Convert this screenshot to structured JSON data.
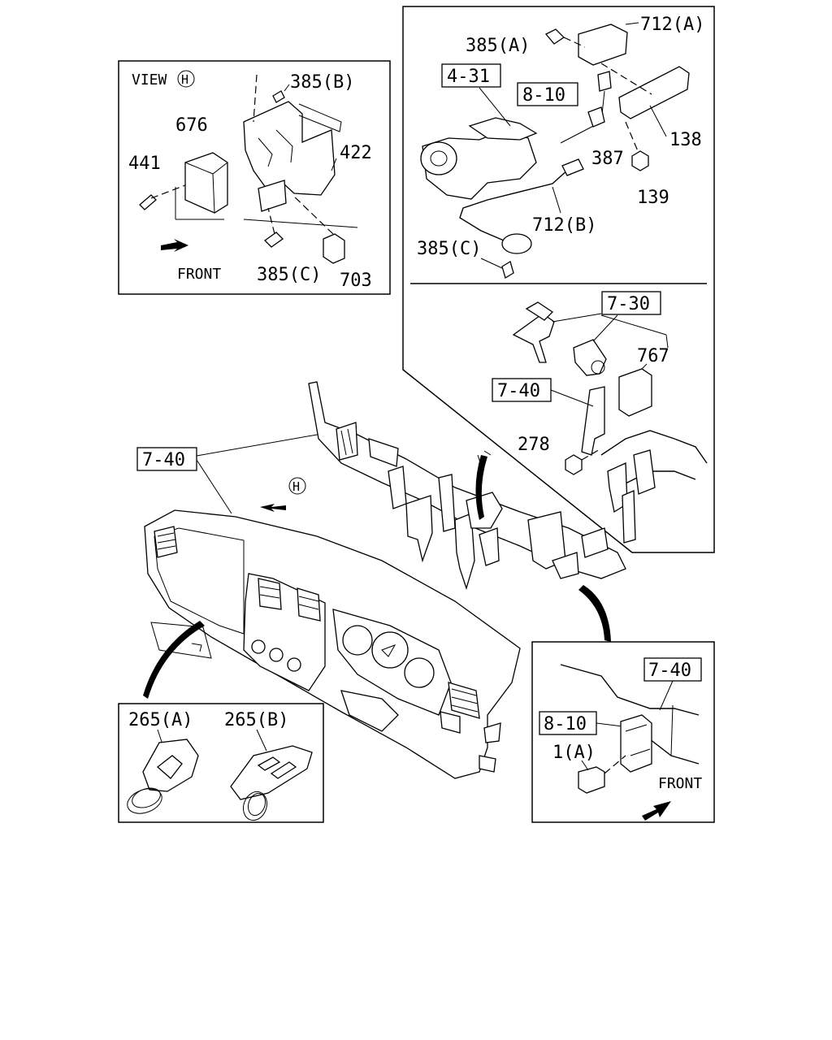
{
  "view_panel": {
    "view_label": "VIEW",
    "view_letter": "H",
    "front_label": "FRONT",
    "parts": {
      "p385b": "385(B)",
      "p676": "676",
      "p441": "441",
      "p422": "422",
      "p385c": "385(C)",
      "p703": "703"
    }
  },
  "top_right_panel": {
    "parts": {
      "p712a": "712(A)",
      "p385a": "385(A)",
      "p138": "138",
      "p387": "387",
      "p139": "139",
      "p712b": "712(B)",
      "p385c": "385(C)"
    },
    "ref_boxes": {
      "r431": "4-31",
      "r810": "8-10"
    }
  },
  "lower_right_subpanel": {
    "parts": {
      "p767": "767",
      "p278": "278"
    },
    "ref_boxes": {
      "r730": "7-30",
      "r740": "7-40"
    }
  },
  "main": {
    "ref_box": "7-40",
    "view_letter": "H"
  },
  "key_panel": {
    "parts": {
      "p265a": "265(A)",
      "p265b": "265(B)"
    }
  },
  "connector_panel": {
    "ref_boxes": {
      "r740": "7-40",
      "r810": "8-10"
    },
    "parts": {
      "p1a": "1(A)"
    },
    "front_label": "FRONT"
  }
}
